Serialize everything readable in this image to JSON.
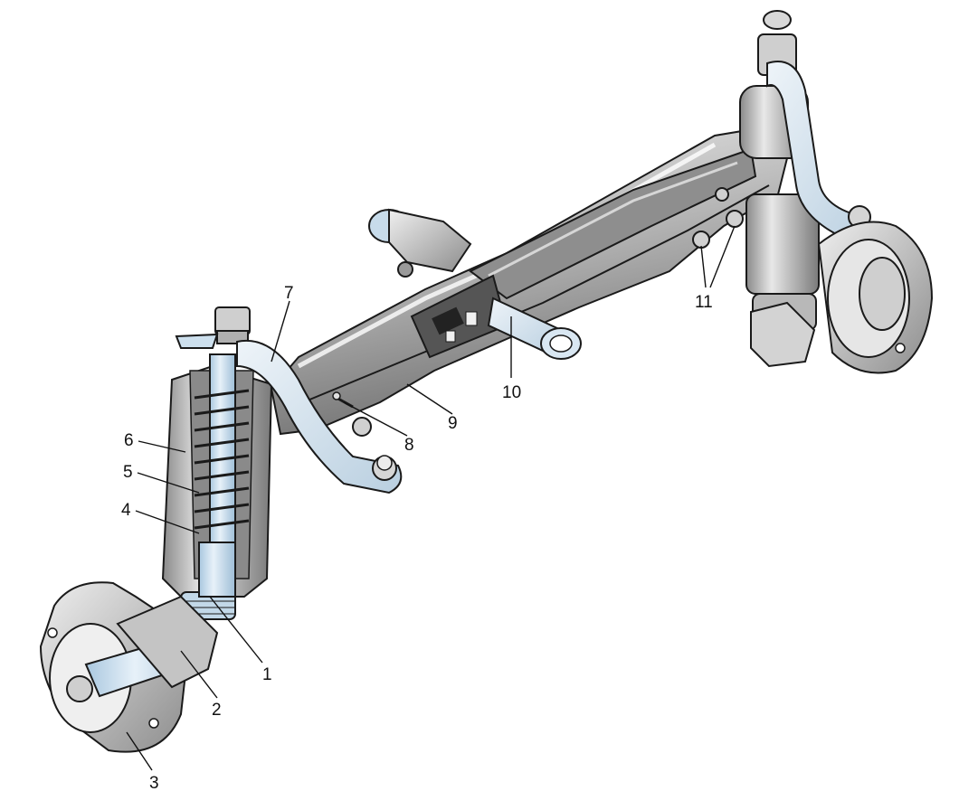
{
  "diagram": {
    "colors": {
      "metal_dark": "#6f6f6f",
      "metal_mid": "#a9a9a9",
      "metal_light": "#e3e3e3",
      "highlight_blue": "#bcd6ea",
      "outline": "#1a1a1a"
    },
    "callouts": [
      {
        "id": "1",
        "label": "1"
      },
      {
        "id": "2",
        "label": "2"
      },
      {
        "id": "3",
        "label": "3"
      },
      {
        "id": "4",
        "label": "4"
      },
      {
        "id": "5",
        "label": "5"
      },
      {
        "id": "6",
        "label": "6"
      },
      {
        "id": "7",
        "label": "7"
      },
      {
        "id": "8",
        "label": "8"
      },
      {
        "id": "9",
        "label": "9"
      },
      {
        "id": "10",
        "label": "10"
      },
      {
        "id": "11",
        "label": "11"
      }
    ]
  }
}
